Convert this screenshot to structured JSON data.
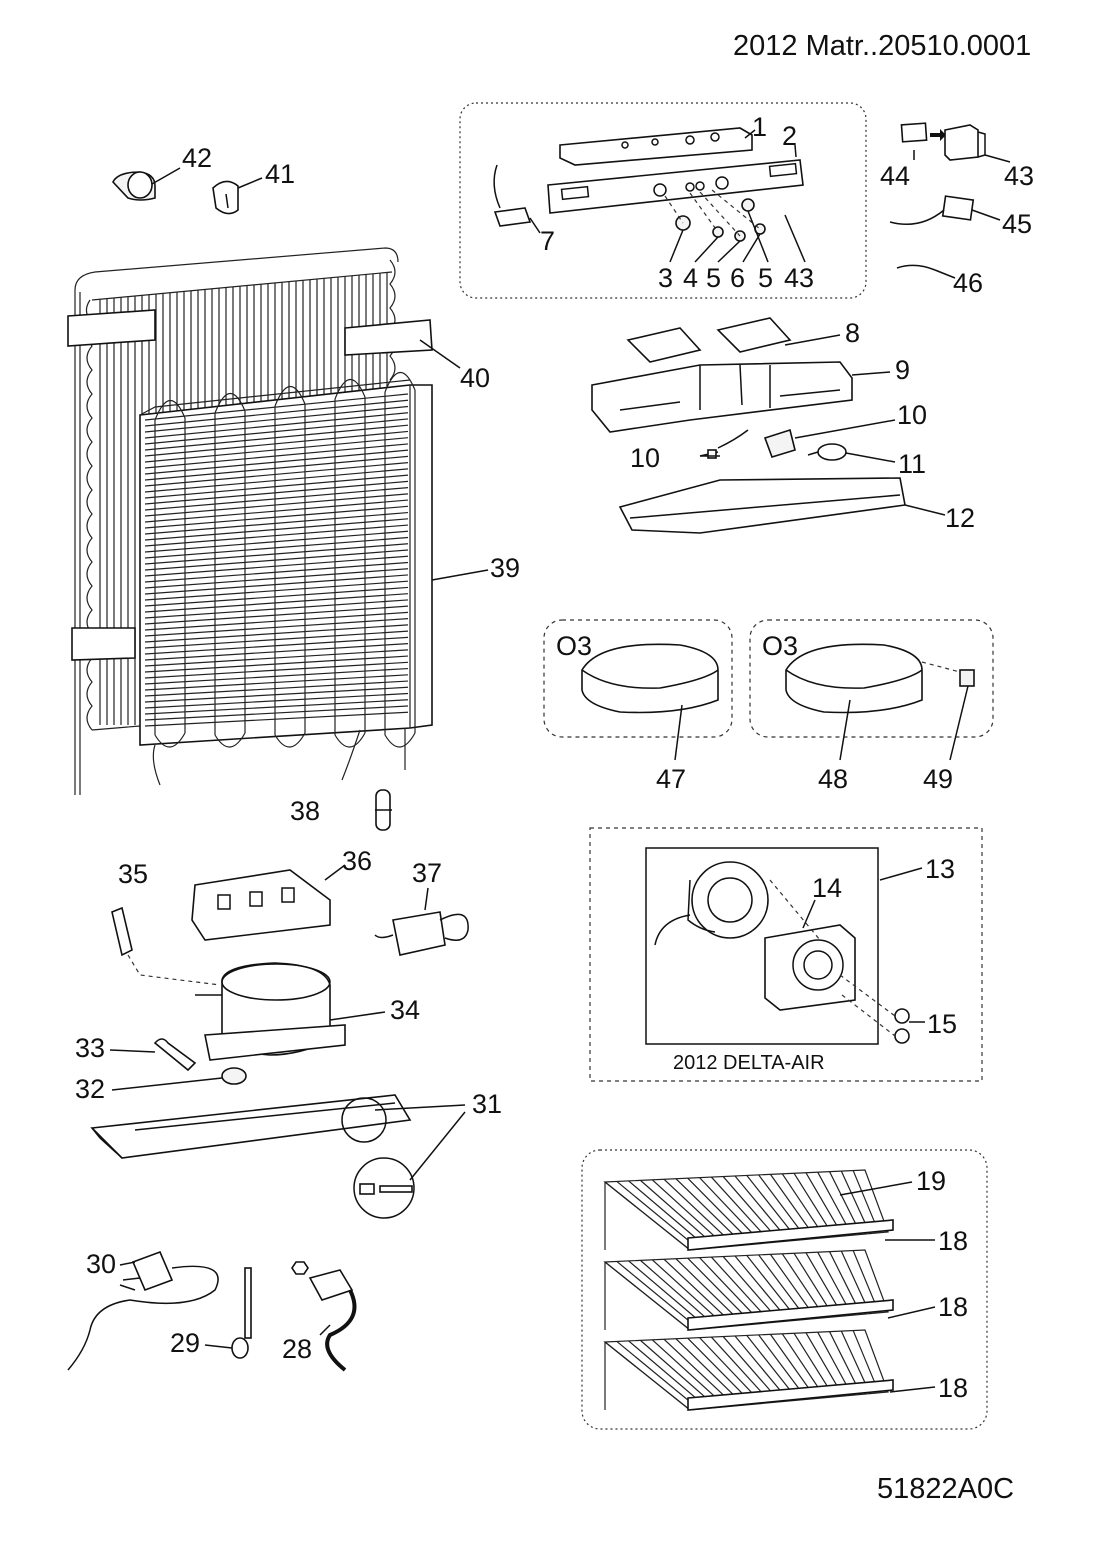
{
  "header": {
    "title": "2012  Matr..20510.0001"
  },
  "footer": {
    "code": "51822A0C"
  },
  "labels": {
    "p1": "1",
    "p2": "2",
    "p3": "3",
    "p4": "4",
    "p5a": "5",
    "p6": "6",
    "p5b": "5",
    "p43a": "43",
    "p7": "7",
    "p8": "8",
    "p9": "9",
    "p10a": "10",
    "p10b": "10",
    "p11": "11",
    "p12": "12",
    "p13": "13",
    "p14": "14",
    "p15": "15",
    "p18a": "18",
    "p18b": "18",
    "p18c": "18",
    "p19": "19",
    "p28": "28",
    "p29": "29",
    "p30": "30",
    "p31": "31",
    "p32": "32",
    "p33": "33",
    "p34": "34",
    "p35": "35",
    "p36": "36",
    "p37": "37",
    "p38": "38",
    "p39": "39",
    "p40": "40",
    "p41": "41",
    "p42": "42",
    "p43b": "43",
    "p44": "44",
    "p45": "45",
    "p46": "46",
    "p47": "47",
    "p48": "48",
    "p49": "49",
    "o3a": "O3",
    "o3b": "O3",
    "delta": "2012  DELTA-AIR"
  }
}
